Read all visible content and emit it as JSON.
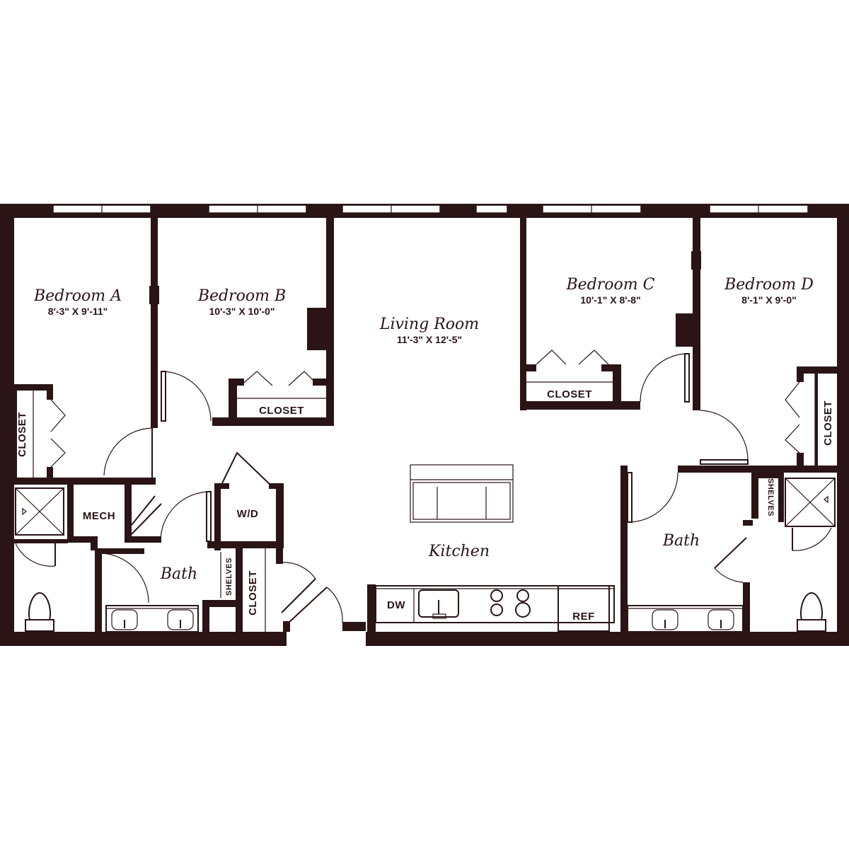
{
  "rooms": {
    "bedroom_a": {
      "name": "Bedroom A",
      "dims": "8'-3\" X 9'-11\""
    },
    "bedroom_b": {
      "name": "Bedroom B",
      "dims": "10'-3\" X 10'-0\""
    },
    "living_room": {
      "name": "Living Room",
      "dims": "11'-3\" X 12'-5\""
    },
    "bedroom_c": {
      "name": "Bedroom C",
      "dims": "10'-1\" X 8'-8\""
    },
    "bedroom_d": {
      "name": "Bedroom D",
      "dims": "8'-1\" X 9'-0\""
    },
    "kitchen": {
      "name": "Kitchen"
    },
    "bath_left": {
      "name": "Bath"
    },
    "bath_right": {
      "name": "Bath"
    }
  },
  "labels": {
    "closet": "CLOSET",
    "mech": "MECH",
    "wd": "W/D",
    "shelves": "SHELVES",
    "dw": "DW",
    "ref": "REF"
  }
}
